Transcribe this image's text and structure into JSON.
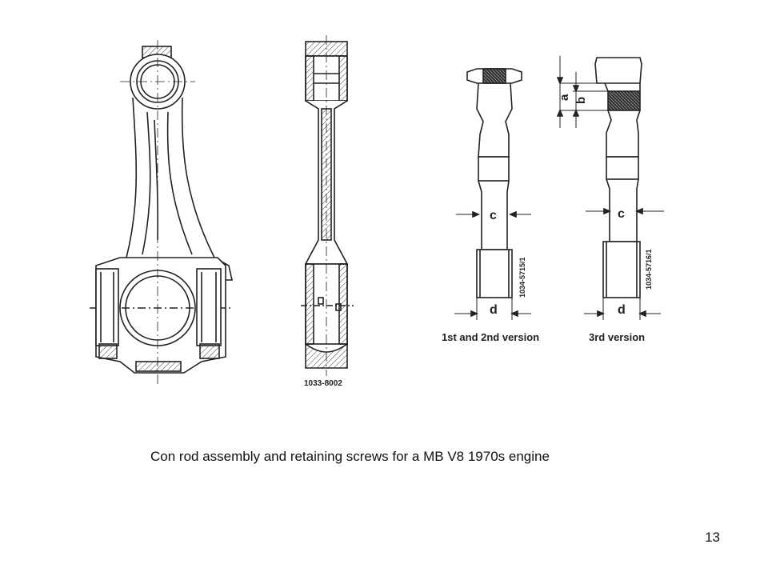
{
  "diagram": {
    "rod_ref": "1033-8002",
    "screw_ref_1": "1034-5715/1",
    "screw_ref_2": "1034-5716/1",
    "dim_a": "a",
    "dim_b": "b",
    "dim_c": "c",
    "dim_d": "d",
    "version_label_1": "1st and 2nd version",
    "version_label_2": "3rd version"
  },
  "caption": "Con rod assembly and retaining screws for a MB V8 1970s engine",
  "slide_number": "13"
}
